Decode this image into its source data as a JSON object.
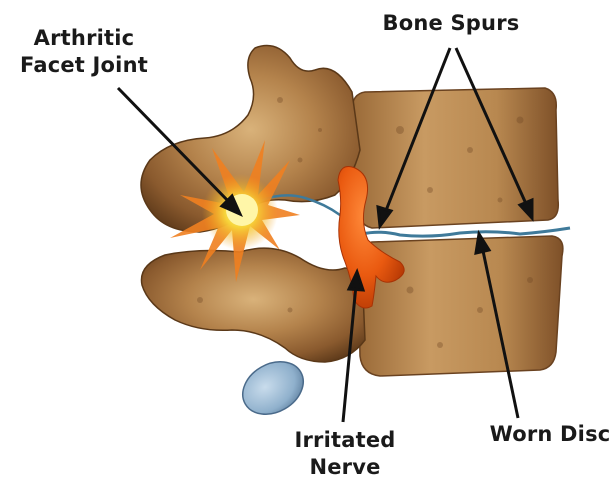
{
  "labels": {
    "facet_joint_line1": "Arthritic",
    "facet_joint_line2": "Facet Joint",
    "bone_spurs": "Bone Spurs",
    "nerve_line1": "Irritated",
    "nerve_line2": "Nerve",
    "worn_disc": "Worn Disc"
  },
  "colors": {
    "bone": "#8a5a2e",
    "bone_light": "#c9a06a",
    "nerve": "#e85a10",
    "inflammation": "#f5c020",
    "disc_line": "#3f7a9a",
    "cyst": "#8fb0cc"
  }
}
